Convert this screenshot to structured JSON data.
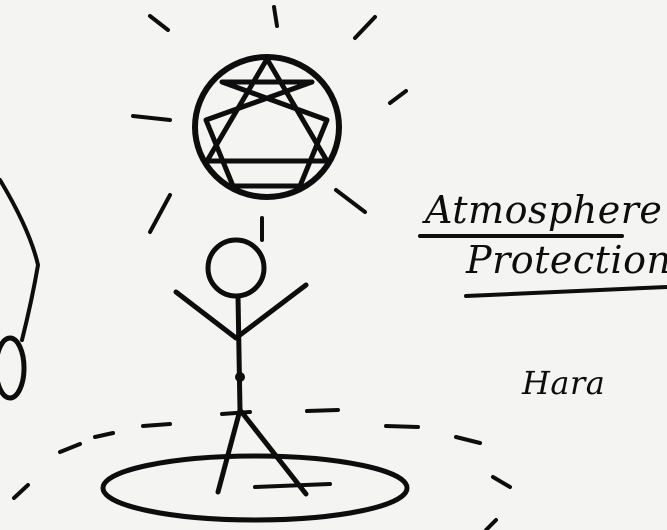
{
  "drawing": {
    "title_line_1": "Atmosphere",
    "title_line_2": "Protection",
    "side_label": "Hara",
    "ink_color": "#0d0d0d",
    "paper_color": "#f4f4f2"
  }
}
